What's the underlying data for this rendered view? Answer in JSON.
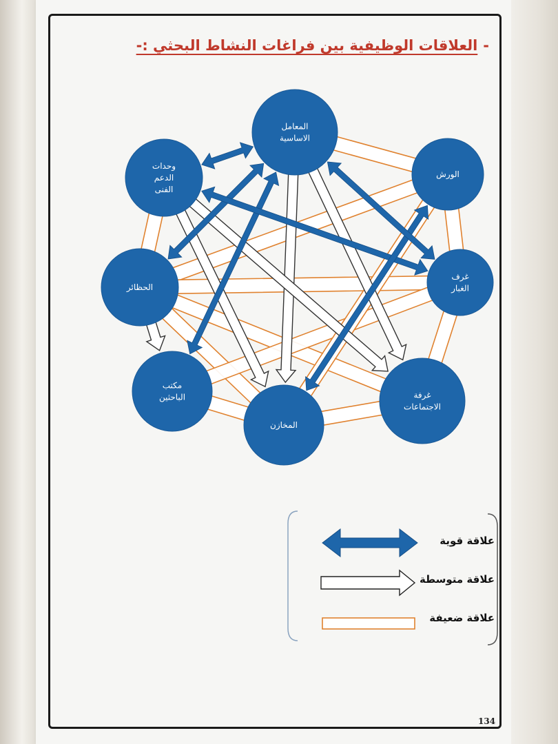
{
  "title": {
    "line1": "العلاقات الوظيفية بين فراغات النشاط البحثي :-",
    "bullet": "-"
  },
  "nodes": [
    {
      "id": "labs",
      "label_lines": [
        "المعامل",
        "الاساسية"
      ]
    },
    {
      "id": "support",
      "label_lines": [
        "وحدات",
        "الدعم",
        "الفنى"
      ]
    },
    {
      "id": "workshops",
      "label_lines": [
        "الورش"
      ]
    },
    {
      "id": "dust",
      "label_lines": [
        "غرف",
        "الغبار"
      ]
    },
    {
      "id": "barns",
      "label_lines": [
        "الحظائر"
      ]
    },
    {
      "id": "offices",
      "label_lines": [
        "مكتب",
        "الباحثين"
      ]
    },
    {
      "id": "stores",
      "label_lines": [
        "المخازن"
      ]
    },
    {
      "id": "meeting",
      "label_lines": [
        "غرفة",
        "الاجتماعات"
      ]
    }
  ],
  "relations": [
    {
      "from": "support",
      "to": "labs",
      "type": "strong"
    },
    {
      "from": "labs",
      "to": "barns",
      "type": "strong"
    },
    {
      "from": "labs",
      "to": "offices",
      "type": "strong"
    },
    {
      "from": "support",
      "to": "dust",
      "type": "strong"
    },
    {
      "from": "workshops",
      "to": "stores",
      "type": "strong"
    },
    {
      "from": "labs",
      "to": "dust",
      "type": "strong"
    },
    {
      "from": "labs",
      "to": "meeting",
      "type": "medium"
    },
    {
      "from": "labs",
      "to": "stores",
      "type": "medium"
    },
    {
      "from": "support",
      "to": "stores",
      "type": "medium"
    },
    {
      "from": "support",
      "to": "meeting",
      "type": "medium"
    },
    {
      "from": "barns",
      "to": "offices",
      "type": "medium"
    },
    {
      "from": "labs",
      "to": "workshops",
      "type": "weak"
    },
    {
      "from": "support",
      "to": "barns",
      "type": "weak"
    },
    {
      "from": "workshops",
      "to": "dust",
      "type": "weak"
    },
    {
      "from": "barns",
      "to": "workshops",
      "type": "weak"
    },
    {
      "from": "barns",
      "to": "dust",
      "type": "weak"
    },
    {
      "from": "barns",
      "to": "meeting",
      "type": "weak"
    },
    {
      "from": "barns",
      "to": "stores",
      "type": "weak"
    },
    {
      "from": "offices",
      "to": "stores",
      "type": "weak"
    },
    {
      "from": "stores",
      "to": "meeting",
      "type": "weak"
    },
    {
      "from": "dust",
      "to": "meeting",
      "type": "weak"
    },
    {
      "from": "dust",
      "to": "offices",
      "type": "weak"
    },
    {
      "from": "workshops",
      "to": "stores",
      "type": "weak"
    }
  ],
  "legend": {
    "strong": "علاقة قوية",
    "medium": "علاقة متوسطة",
    "weak": "علاقة ضعيفة"
  },
  "colors": {
    "node_fill": "#1e66aa",
    "strong_arrow": "#1e66aa",
    "medium_outline": "#333333",
    "weak_outline": "#e0822f",
    "title": "#c0392b"
  },
  "page_number": "134"
}
